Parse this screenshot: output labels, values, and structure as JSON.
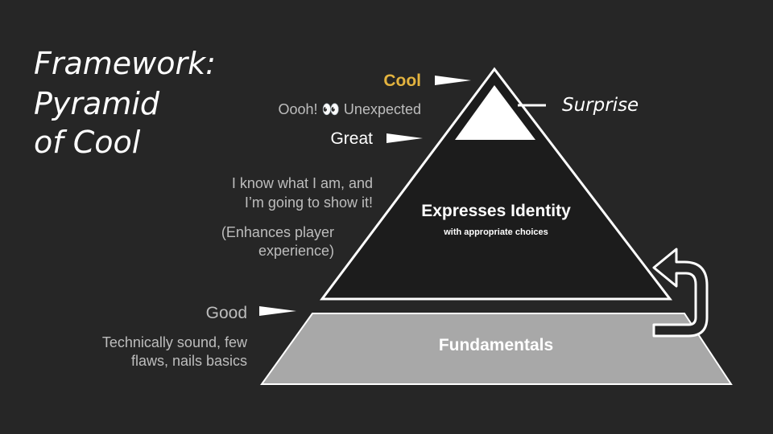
{
  "slide": {
    "title_lines": [
      "Framework:",
      "Pyramid",
      "of Cool"
    ],
    "levels": {
      "cool": "Cool",
      "cool_desc": "Oooh! 👀 Unexpected",
      "great": "Great",
      "great_desc_lines": [
        "I know what I am, and",
        "I’m going to show it!"
      ],
      "great_note_lines": [
        "(Enhances player",
        "experience)"
      ],
      "good": "Good",
      "good_desc_lines": [
        "Technically sound, few",
        "flaws, nails basics"
      ]
    },
    "pyramid": {
      "identity_title": "Expresses Identity",
      "identity_sub": "with appropriate choices",
      "fundamentals": "Fundamentals",
      "surprise": "Surprise"
    }
  },
  "colors": {
    "background": "#262626",
    "cool_accent": "#e3b33f",
    "gray_text": "#bdbdbd",
    "fundamentals_fill": "#a8a8a8",
    "white": "#ffffff"
  }
}
